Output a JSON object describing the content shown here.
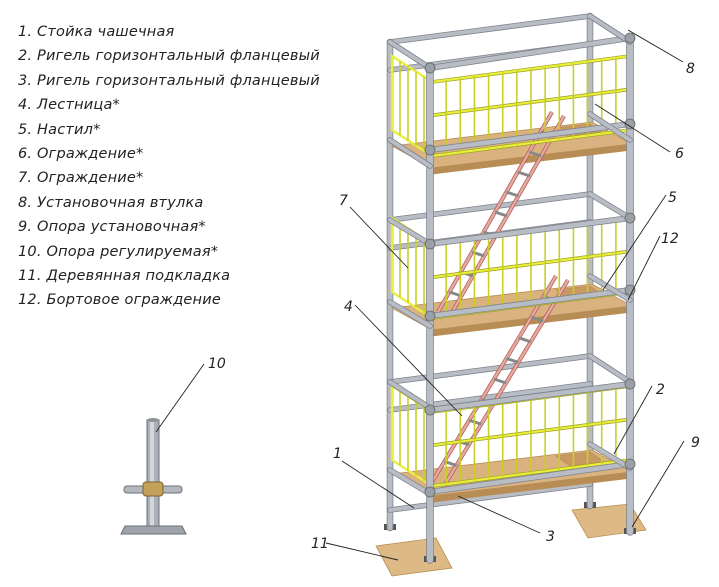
{
  "legend": {
    "items": [
      "1. Стойка чашечная",
      "2. Ригель горизонтальный фланцевый",
      "3. Ригель горизонтальный фланцевый",
      "4. Лестница*",
      "5. Настил*",
      "6. Ограждение*",
      "7. Ограждение*",
      "8. Установочная втулка",
      "9. Опора установочная*",
      "10. Опора регулируемая*",
      "11. Деревянная подкладка",
      "12. Бортовое ограждение"
    ]
  },
  "callouts": [
    "1",
    "2",
    "3",
    "4",
    "5",
    "6",
    "7",
    "8",
    "9",
    "10",
    "11",
    "12"
  ],
  "colors": {
    "frame": "#b8bcc4",
    "frame_edge": "#7f848c",
    "railing": "#e9ef3a",
    "railing_edge": "#9aa020",
    "deck": "#d9b27f",
    "deck_dark": "#b88d55",
    "ladder": "#e8a9a0",
    "ladder_edge": "#b0605a",
    "base": "#ddb985"
  }
}
